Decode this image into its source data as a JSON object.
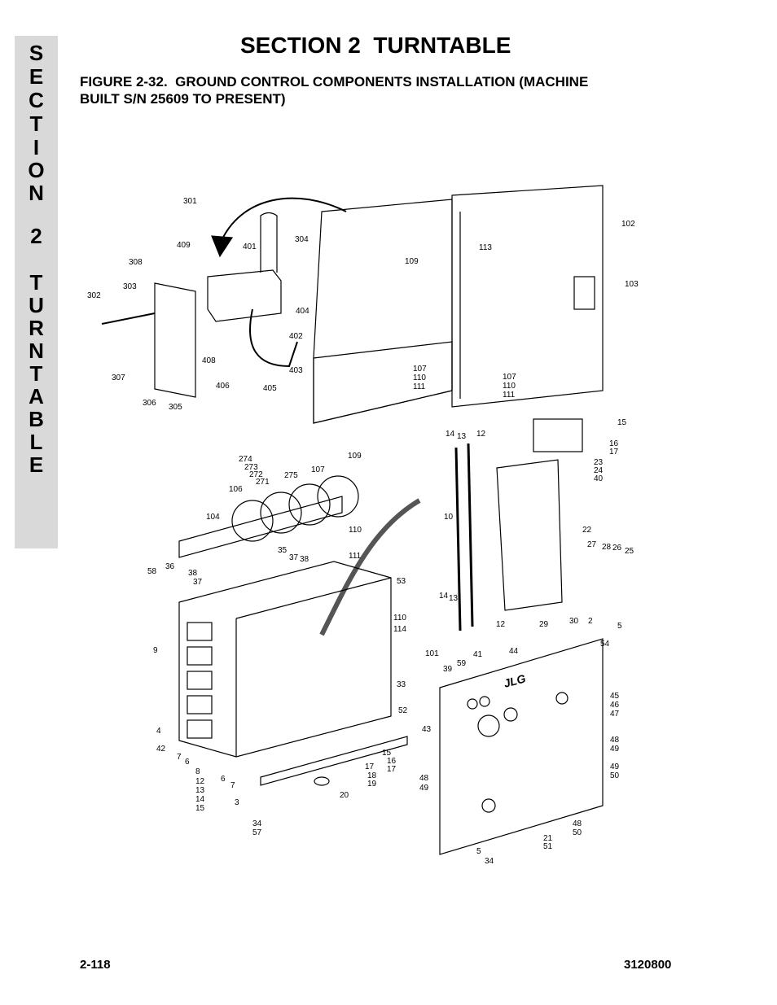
{
  "side_tab": {
    "letters": [
      "S",
      "E",
      "C",
      "T",
      "I",
      "O",
      "N",
      "",
      "2",
      "",
      "T",
      "U",
      "R",
      "N",
      "T",
      "A",
      "B",
      "L",
      "E"
    ]
  },
  "header": {
    "title": "SECTION 2  TURNTABLE"
  },
  "figure": {
    "title_line1": "FIGURE 2-32.  GROUND CONTROL COMPONENTS INSTALLATION (MACHINE",
    "title_line2": "BUILT S/N 25609 TO PRESENT)",
    "logo_text": "JLG",
    "callouts": [
      {
        "id": "c301",
        "text": "301"
      },
      {
        "id": "c409",
        "text": "409"
      },
      {
        "id": "c401",
        "text": "401"
      },
      {
        "id": "c304",
        "text": "304"
      },
      {
        "id": "c308",
        "text": "308"
      },
      {
        "id": "c303",
        "text": "303"
      },
      {
        "id": "c302",
        "text": "302"
      },
      {
        "id": "c404",
        "text": "404"
      },
      {
        "id": "c402",
        "text": "402"
      },
      {
        "id": "c408",
        "text": "408"
      },
      {
        "id": "c403",
        "text": "403"
      },
      {
        "id": "c307",
        "text": "307"
      },
      {
        "id": "c406",
        "text": "406"
      },
      {
        "id": "c405",
        "text": "405"
      },
      {
        "id": "c306",
        "text": "306"
      },
      {
        "id": "c305",
        "text": "305"
      },
      {
        "id": "c109a",
        "text": "109"
      },
      {
        "id": "c113",
        "text": "113"
      },
      {
        "id": "c102",
        "text": "102"
      },
      {
        "id": "c103",
        "text": "103"
      },
      {
        "id": "c107a",
        "text": "107"
      },
      {
        "id": "c110a",
        "text": "110"
      },
      {
        "id": "c111a",
        "text": "111"
      },
      {
        "id": "c107b",
        "text": "107"
      },
      {
        "id": "c110b",
        "text": "110"
      },
      {
        "id": "c111b",
        "text": "111"
      },
      {
        "id": "c15a",
        "text": "15"
      },
      {
        "id": "c16a",
        "text": "16"
      },
      {
        "id": "c17a",
        "text": "17"
      },
      {
        "id": "c14a",
        "text": "14"
      },
      {
        "id": "c13a",
        "text": "13"
      },
      {
        "id": "c12a",
        "text": "12"
      },
      {
        "id": "c23",
        "text": "23"
      },
      {
        "id": "c24",
        "text": "24"
      },
      {
        "id": "c40",
        "text": "40"
      },
      {
        "id": "c109b",
        "text": "109"
      },
      {
        "id": "c274",
        "text": "274"
      },
      {
        "id": "c273",
        "text": "273"
      },
      {
        "id": "c272",
        "text": "272"
      },
      {
        "id": "c271",
        "text": "271"
      },
      {
        "id": "c275",
        "text": "275"
      },
      {
        "id": "c107c",
        "text": "107"
      },
      {
        "id": "c106",
        "text": "106"
      },
      {
        "id": "c104",
        "text": "104"
      },
      {
        "id": "c10",
        "text": "10"
      },
      {
        "id": "c22",
        "text": "22"
      },
      {
        "id": "c110c",
        "text": "110"
      },
      {
        "id": "c111c",
        "text": "111"
      },
      {
        "id": "c35",
        "text": "35"
      },
      {
        "id": "c37a",
        "text": "37"
      },
      {
        "id": "c38a",
        "text": "38"
      },
      {
        "id": "c27",
        "text": "27"
      },
      {
        "id": "c28",
        "text": "28"
      },
      {
        "id": "c26",
        "text": "26"
      },
      {
        "id": "c25",
        "text": "25"
      },
      {
        "id": "c58",
        "text": "58"
      },
      {
        "id": "c36",
        "text": "36"
      },
      {
        "id": "c38b",
        "text": "38"
      },
      {
        "id": "c37b",
        "text": "37"
      },
      {
        "id": "c53",
        "text": "53"
      },
      {
        "id": "c14b",
        "text": "14"
      },
      {
        "id": "c13b",
        "text": "13"
      },
      {
        "id": "c12b",
        "text": "12"
      },
      {
        "id": "c29",
        "text": "29"
      },
      {
        "id": "c30",
        "text": "30"
      },
      {
        "id": "c2",
        "text": "2"
      },
      {
        "id": "c5a",
        "text": "5"
      },
      {
        "id": "c54",
        "text": "54"
      },
      {
        "id": "c110d",
        "text": "110"
      },
      {
        "id": "c114",
        "text": "114"
      },
      {
        "id": "c9",
        "text": "9"
      },
      {
        "id": "c101",
        "text": "101"
      },
      {
        "id": "c41",
        "text": "41"
      },
      {
        "id": "c44",
        "text": "44"
      },
      {
        "id": "c59",
        "text": "59"
      },
      {
        "id": "c39",
        "text": "39"
      },
      {
        "id": "c33",
        "text": "33"
      },
      {
        "id": "c52",
        "text": "52"
      },
      {
        "id": "c45",
        "text": "45"
      },
      {
        "id": "c46",
        "text": "46"
      },
      {
        "id": "c47",
        "text": "47"
      },
      {
        "id": "c4",
        "text": "4"
      },
      {
        "id": "c43",
        "text": "43"
      },
      {
        "id": "c48a",
        "text": "48"
      },
      {
        "id": "c49a",
        "text": "49"
      },
      {
        "id": "c42",
        "text": "42"
      },
      {
        "id": "c7a",
        "text": "7"
      },
      {
        "id": "c6a",
        "text": "6"
      },
      {
        "id": "c6b",
        "text": "6"
      },
      {
        "id": "c7b",
        "text": "7"
      },
      {
        "id": "c8",
        "text": "8"
      },
      {
        "id": "c12c",
        "text": "12"
      },
      {
        "id": "c13c",
        "text": "13"
      },
      {
        "id": "c14c",
        "text": "14"
      },
      {
        "id": "c15b",
        "text": "15"
      },
      {
        "id": "c15c",
        "text": "15"
      },
      {
        "id": "c16b",
        "text": "16"
      },
      {
        "id": "c17b",
        "text": "17"
      },
      {
        "id": "c17c",
        "text": "17"
      },
      {
        "id": "c18",
        "text": "18"
      },
      {
        "id": "c19",
        "text": "19"
      },
      {
        "id": "c49b",
        "text": "49"
      },
      {
        "id": "c50a",
        "text": "50"
      },
      {
        "id": "c48b",
        "text": "48"
      },
      {
        "id": "c49c",
        "text": "49"
      },
      {
        "id": "c20",
        "text": "20"
      },
      {
        "id": "c3",
        "text": "3"
      },
      {
        "id": "c48c",
        "text": "48"
      },
      {
        "id": "c50b",
        "text": "50"
      },
      {
        "id": "c34a",
        "text": "34"
      },
      {
        "id": "c57",
        "text": "57"
      },
      {
        "id": "c21",
        "text": "21"
      },
      {
        "id": "c51",
        "text": "51"
      },
      {
        "id": "c5b",
        "text": "5"
      },
      {
        "id": "c34b",
        "text": "34"
      }
    ]
  },
  "footer": {
    "page_number": "2-118",
    "doc_number": "3120800"
  }
}
